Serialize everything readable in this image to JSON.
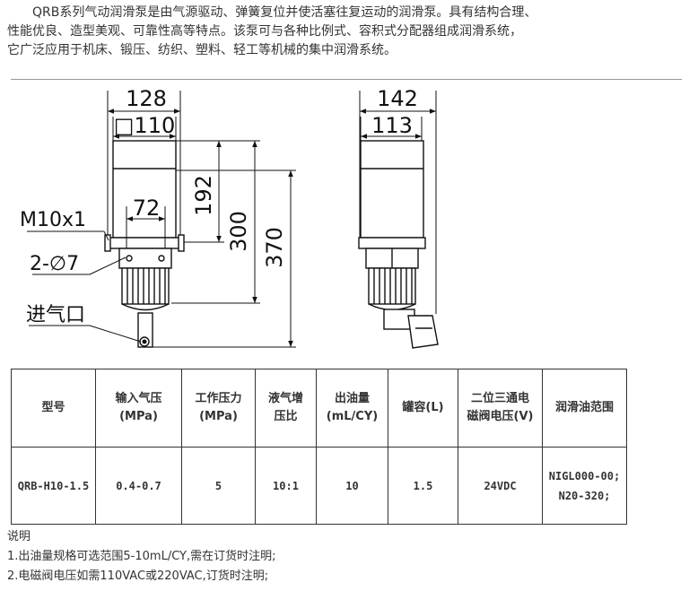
{
  "intro_text": [
    "QRB系列气动润滑泵是由气源驱动、弹簧复位并使活塞往复运动的润滑泵。具有结构合理、",
    "性能优良、造型美观、可靠性高等特点。该泵可与各种比例式、容积式分配器组成润滑系统，",
    "它广泛应用于机床、锻压、纺织、塑料、轻工等机械的集中润滑系统。"
  ],
  "drawing": {
    "front": {
      "width_overall": "128",
      "width_square": "□110",
      "width_base": "72",
      "height_1": "192",
      "height_2": "300",
      "height_3": "370",
      "thread": "M10x1",
      "holes": "2-∅7",
      "air_inlet": "进气口"
    },
    "side": {
      "width_overall": "142",
      "width_body": "113"
    }
  },
  "table": {
    "headers": [
      [
        "型号"
      ],
      [
        "输入气压",
        "(MPa)"
      ],
      [
        "工作压力",
        "(MPa)"
      ],
      [
        "液气增",
        "压比"
      ],
      [
        "出油量",
        "(mL/CY)"
      ],
      [
        "罐容(L)"
      ],
      [
        "二位三通电",
        "磁阀电压(V)"
      ],
      [
        "润滑油范围"
      ]
    ],
    "rows": [
      [
        "QRB-H10-1.5",
        "0.4-0.7",
        "5",
        "10:1",
        "10",
        "1.5",
        "24VDC",
        "NIGL000-00;|N20-320;"
      ]
    ]
  },
  "notes": {
    "title": "说明",
    "items": [
      "1.出油量规格可选范围5-10mL/CY,需在订货时注明;",
      "2.电磁阀电压如需110VAC或220VAC,订货时注明;"
    ]
  }
}
